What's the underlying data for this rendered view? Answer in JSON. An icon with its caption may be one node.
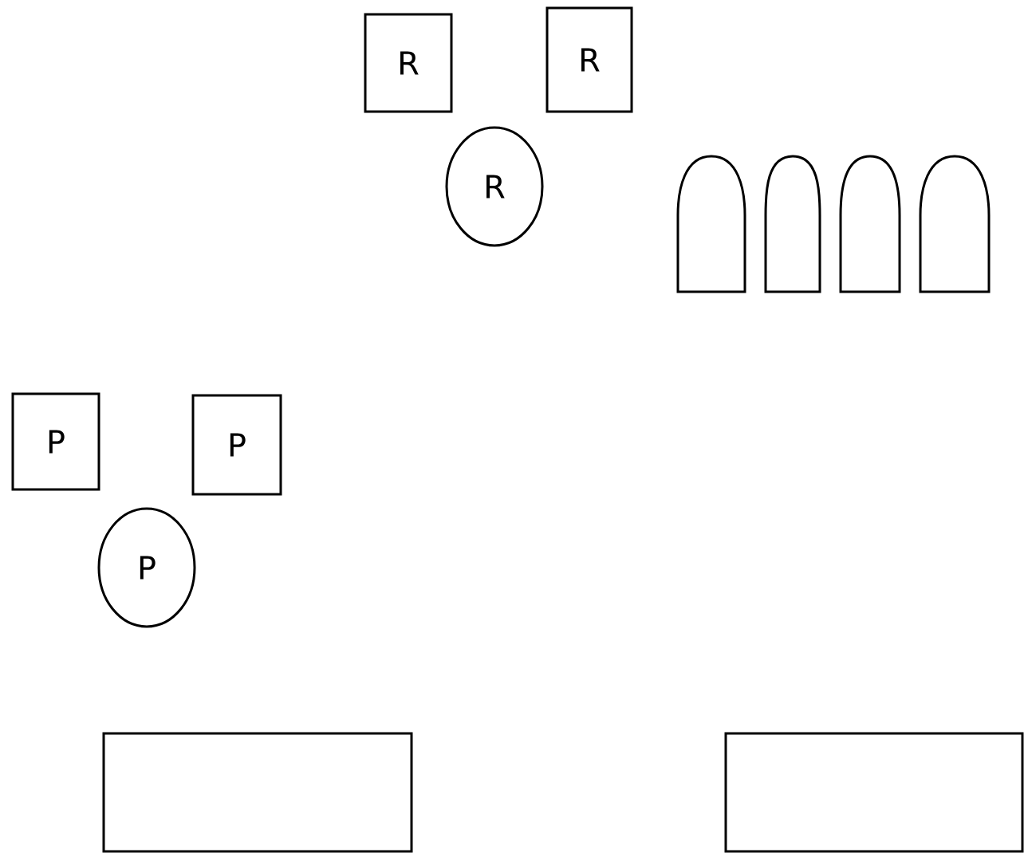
{
  "diagram": {
    "nodes": [
      {
        "text": [
          "R"
        ]
      },
      {
        "text": [
          "R"
        ]
      },
      {
        "text": [
          "R"
        ]
      },
      {
        "text": [],
        "shape": "arch"
      },
      {
        "text": [],
        "shape": "arch"
      },
      {
        "text": [],
        "shape": "arch"
      },
      {
        "text": [],
        "shape": "arch"
      },
      {
        "text": [
          "P"
        ]
      },
      {
        "text": [
          "P"
        ]
      },
      {
        "text": [
          "P"
        ]
      },
      {
        "text": [],
        "shape": "box"
      },
      {
        "text": [],
        "shape": "box"
      }
    ]
  }
}
